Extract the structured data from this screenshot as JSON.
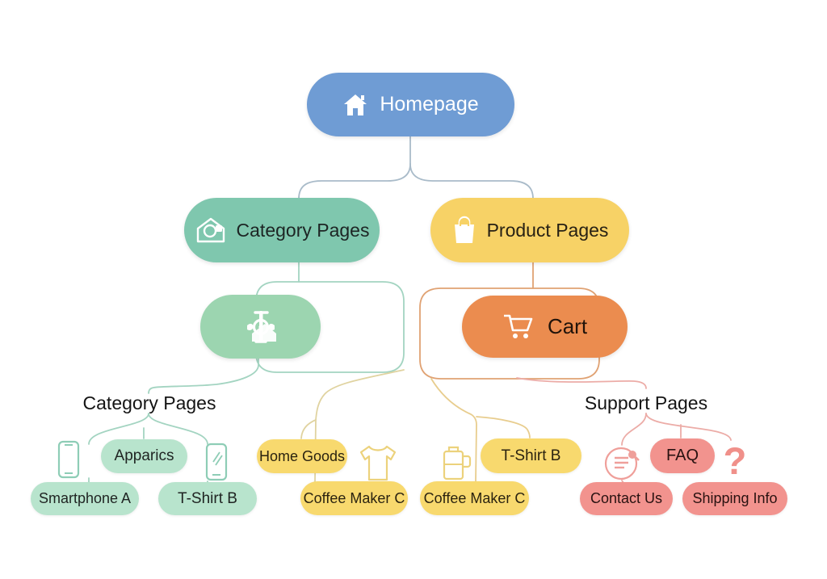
{
  "diagram_type": "website-sitemap-flowchart",
  "colors": {
    "homepage_blue": "#6f9cd4",
    "category_teal": "#7fc7ae",
    "subnode_green": "#9cd5b0",
    "product_yellow": "#f7d266",
    "cart_orange": "#eb8c4f",
    "leaf_mint": "#b8e4cd",
    "leaf_yellow": "#f8d96e",
    "leaf_pink": "#f2938e",
    "text_dark": "#1e1e1e",
    "text_light": "#ffffff",
    "question_pink": "#f0908a"
  },
  "nodes": {
    "homepage": {
      "label": "Homepage",
      "icon": "home-icon"
    },
    "category_pages": {
      "label": "Category Pages",
      "icon": "category-icon"
    },
    "product_pages": {
      "label": "Product Pages",
      "icon": "shopping-bag-icon"
    },
    "subcategory": {
      "label": "",
      "icon": "gear-house-icon"
    },
    "cart": {
      "label": "Cart",
      "icon": "cart-icon"
    }
  },
  "section_labels": {
    "left": "Category Pages",
    "right": "Support Pages"
  },
  "leaves": {
    "apparics": {
      "label": "Apparics"
    },
    "smartphone_a": {
      "label": "Smartphone A"
    },
    "tshirt_b_mint": {
      "label": "T-Shirt B"
    },
    "home_goods": {
      "label": "Home Goods"
    },
    "coffee_maker_c_1": {
      "label": "Coffee Maker C"
    },
    "coffee_maker_c_2": {
      "label": "Coffee Maker C"
    },
    "tshirt_b_yellow": {
      "label": "T-Shirt B"
    },
    "faq": {
      "label": "FAQ"
    },
    "question_mark": {
      "label": "?"
    },
    "contact_us": {
      "label": "Contact Us"
    },
    "shipping_info": {
      "label": "Shipping Info"
    }
  },
  "icons": {
    "home": "home-icon",
    "category": "category-icon",
    "shopping_bag": "shopping-bag-icon",
    "gear_house": "gear-house-icon",
    "cart": "cart-icon",
    "smartphone_1": "smartphone-icon",
    "smartphone_2": "smartphone-icon",
    "tshirt": "tshirt-icon",
    "coffee_maker": "coffee-maker-icon",
    "contact_document": "contact-doc-icon",
    "question": "question-mark-icon"
  }
}
